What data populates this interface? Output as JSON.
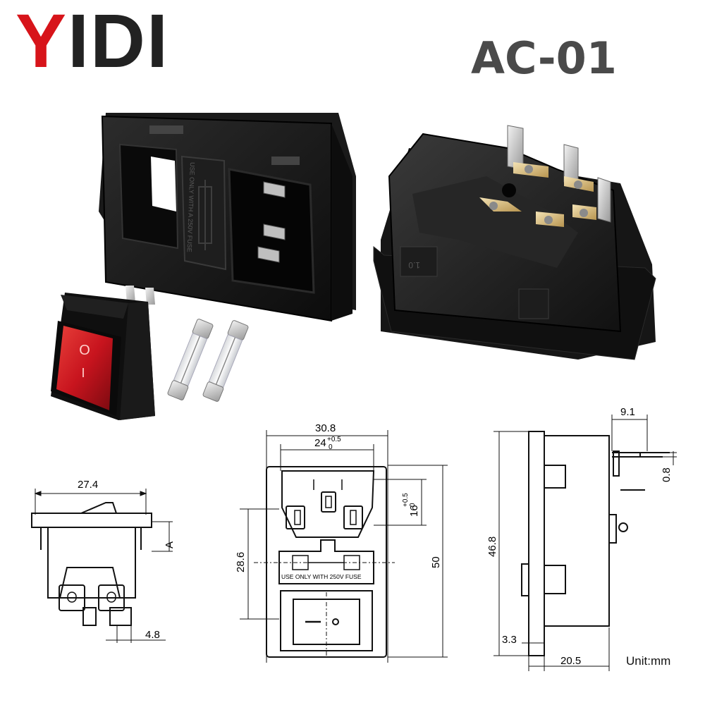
{
  "brand": {
    "first_letter": "Y",
    "rest": "IDI"
  },
  "model": "AC-01",
  "unit_label": "Unit:mm",
  "colors": {
    "brand_red": "#d7141a",
    "brand_black": "#222222",
    "model_gray": "#4a4a4a",
    "switch_red": "#c8141e"
  },
  "products": {
    "socket_front_text": "USE ONLY WITH A 250V FUSE",
    "socket_rear_mark": "1.0",
    "switch_marks": {
      "on": "I",
      "off": "O"
    }
  },
  "drawings": {
    "switch": {
      "width_label": "27.4",
      "height_label": "A",
      "pin_label": "4.8"
    },
    "front": {
      "outer_width": "30.8",
      "inner_width": "24",
      "inner_width_tol": "+0.5",
      "inner_width_tol_low": "0",
      "socket_height": "16",
      "socket_height_tol": "+0.5",
      "socket_height_tol_low": "0",
      "mid_height": "28.6",
      "total_height": "50",
      "fuse_text": "USE ONLY WITH 250V FUSE"
    },
    "side": {
      "tab_width": "9.1",
      "tab_thickness": "0.8",
      "body_height": "46.8",
      "flange": "3.3",
      "depth": "20.5"
    }
  }
}
